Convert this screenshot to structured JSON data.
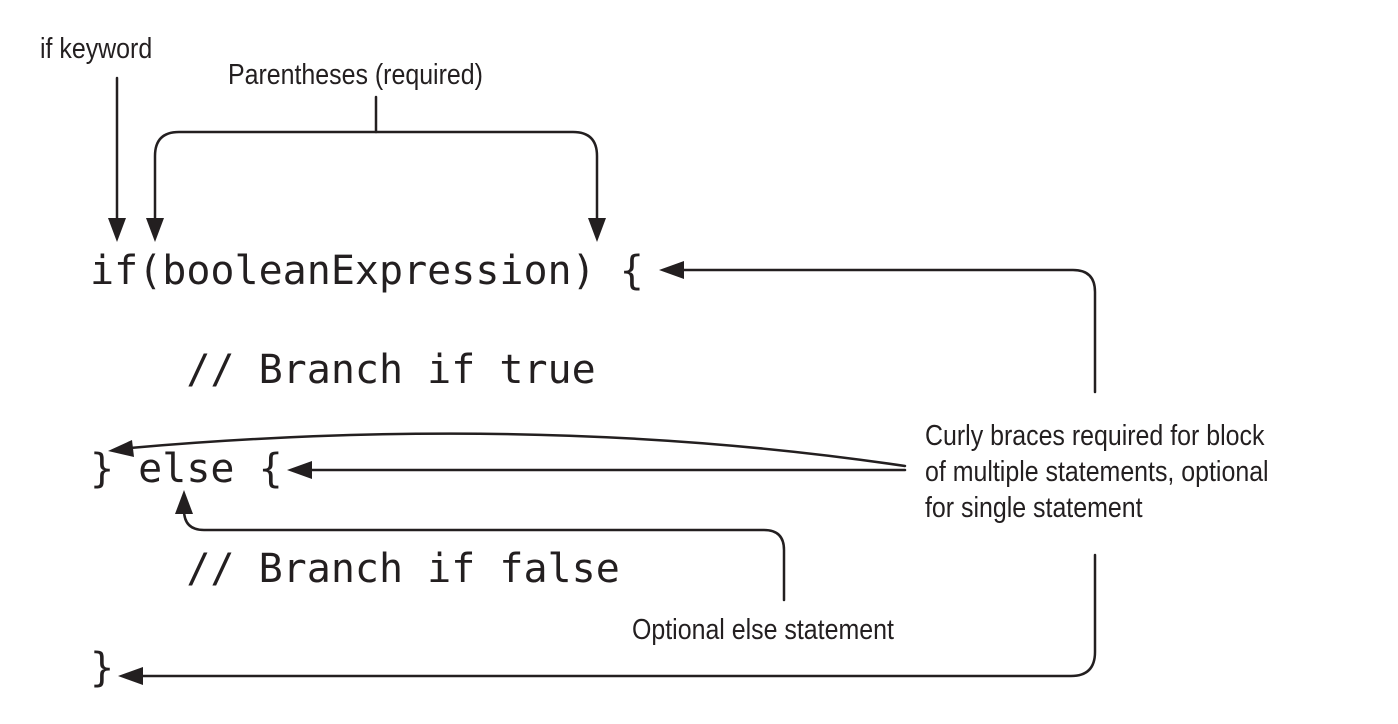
{
  "labels": {
    "if_keyword": "if keyword",
    "parentheses": "Parentheses (required)",
    "curly_line1": "Curly braces required for block",
    "curly_line2": "of multiple statements, optional",
    "curly_line3": "for single statement",
    "optional_else": "Optional else statement"
  },
  "code": {
    "line1": "if(booleanExpression) {",
    "line2": "    // Branch if true",
    "line3": "} else {",
    "line4": "    // Branch if false",
    "line5": "}"
  },
  "colors": {
    "ink": "#231f20",
    "background": "#ffffff"
  }
}
